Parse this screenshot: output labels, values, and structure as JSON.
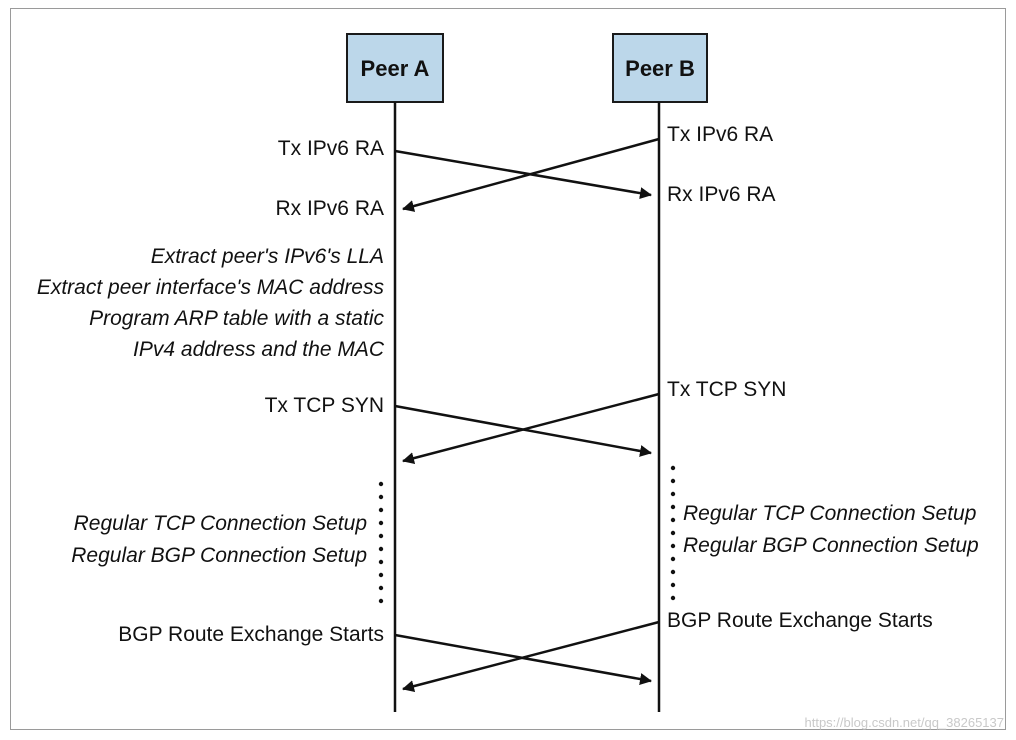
{
  "peers": {
    "a": "Peer A",
    "b": "Peer B"
  },
  "messages": {
    "tx_ra_a": "Tx IPv6 RA",
    "rx_ra_a": "Rx IPv6 RA",
    "tx_ra_b": "Tx IPv6 RA",
    "rx_ra_b": "Rx IPv6 RA",
    "tx_syn_a": "Tx TCP SYN",
    "tx_syn_b": "Tx TCP SYN",
    "bgp_a": "BGP Route Exchange Starts",
    "bgp_b": "BGP Route Exchange Starts"
  },
  "notes_a": [
    "Extract peer's IPv6's LLA",
    "Extract peer interface's MAC address",
    "Program ARP table with a static",
    "IPv4 address and the MAC"
  ],
  "setup_a": [
    "Regular TCP Connection Setup",
    "Regular BGP Connection Setup"
  ],
  "setup_b": [
    "Regular TCP Connection Setup",
    "Regular BGP Connection Setup"
  ],
  "watermark": "https://blog.csdn.net/qq_38265137"
}
